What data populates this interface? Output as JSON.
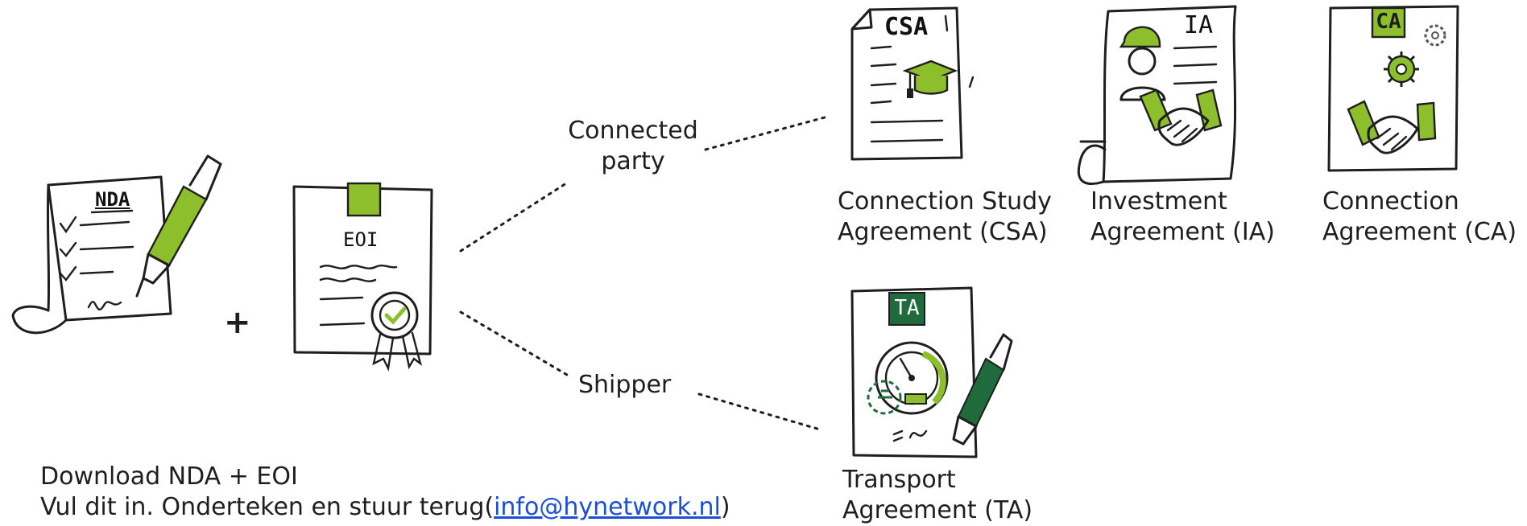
{
  "colors": {
    "accent_green": "#8cbf2b",
    "dark_green": "#1f6b3c",
    "ink": "#1e1e1e",
    "link": "#1a4fd6"
  },
  "documents": {
    "nda": {
      "tag": "NDA"
    },
    "eoi": {
      "tag": "EOI"
    },
    "csa": {
      "tag": "CSA",
      "label_line1": "Connection Study",
      "label_line2": "Agreement (CSA)"
    },
    "ia": {
      "tag": "IA",
      "label_line1": "Investment",
      "label_line2": "Agreement (IA)"
    },
    "ca": {
      "tag": "CA",
      "label_line1": "Connection",
      "label_line2": "Agreement (CA)"
    },
    "ta": {
      "tag": "TA",
      "label_line1": "Transport",
      "label_line2": "Agreement (TA)"
    }
  },
  "plus": "+",
  "branches": {
    "connected_line1": "Connected",
    "connected_line2": "party",
    "shipper": "Shipper"
  },
  "instructions": {
    "line1": "Download NDA + EOI",
    "line2_prefix": "Vul dit in. Onderteken en stuur terug(",
    "email": "info@hynetwork.nl",
    "line2_suffix": ")"
  }
}
